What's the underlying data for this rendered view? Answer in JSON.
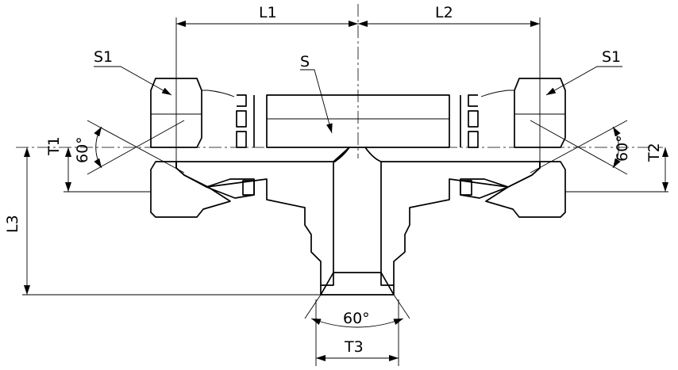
{
  "labels": {
    "l1": "L1",
    "l2": "L2",
    "l3": "L3",
    "s": "S",
    "s1_left": "S1",
    "s1_right": "S1",
    "t1": "T1",
    "t2": "T2",
    "t3": "T3",
    "angle_left": "60°",
    "angle_right": "60°",
    "angle_bottom": "60°"
  },
  "colors": {
    "line": "#000000",
    "background": "#ffffff"
  }
}
